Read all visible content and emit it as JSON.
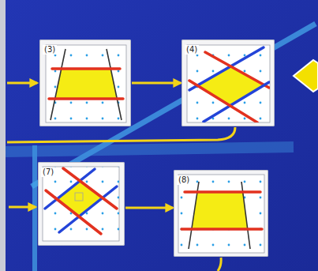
{
  "diagram": {
    "nodes": [
      {
        "text": [
          "(3)"
        ]
      },
      {
        "text": [
          "(4)"
        ]
      },
      {
        "text": [
          "(7)"
        ]
      },
      {
        "text": [
          "(8)"
        ]
      }
    ],
    "edges": [
      {
        "from": 0,
        "to": 1,
        "arrow": "to"
      },
      {
        "from": 2,
        "to": 3,
        "arrow": "to"
      }
    ]
  }
}
